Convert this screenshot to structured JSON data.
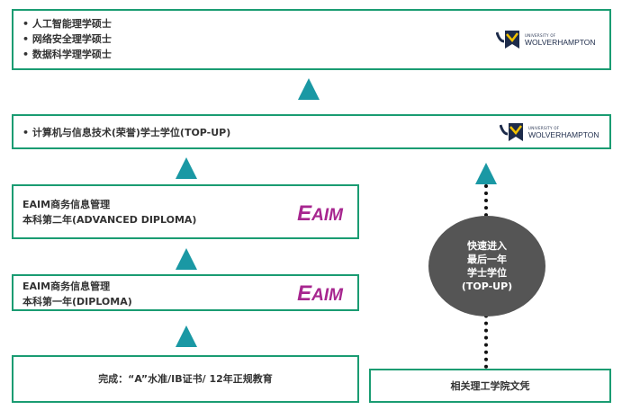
{
  "boxes": {
    "masters": {
      "items": [
        "• 人工智能理学硕士",
        "• 网络安全理学硕士",
        "• 数据科学理学硕士"
      ],
      "logo": "UNIVERSITY OF WOLVERHAMPTON",
      "logo_small": "UNIVERSITY OF",
      "logo_big": "WOLVERHAMPTON"
    },
    "topup": {
      "text": "• 计算机与信息技术(荣誉)学士学位(TOP-UP)",
      "logo_small": "UNIVERSITY OF",
      "logo_big": "WOLVERHAMPTON"
    },
    "year2": {
      "line1": "EAIM商务信息管理",
      "line2": "本科第二年(ADVANCED DIPLOMA)",
      "logo_e": "E",
      "logo_rest": "AIM"
    },
    "year1": {
      "line1": "EAIM商务信息管理",
      "line2": "本科第一年(DIPLOMA)",
      "logo_e": "E",
      "logo_rest": "AIM"
    },
    "entry": {
      "text": "完成：“A”水准/IB证书/ 12年正规教育"
    },
    "related": {
      "text": "相关理工学院文凭"
    }
  },
  "fasttrack": {
    "lines": [
      "快速进入",
      "最后一年",
      "学士学位",
      "(TOP-UP)"
    ]
  },
  "colors": {
    "border": "#1a9c72",
    "arrow": "#1a98a4",
    "circle": "#555555",
    "eaim": "#a7268f"
  }
}
